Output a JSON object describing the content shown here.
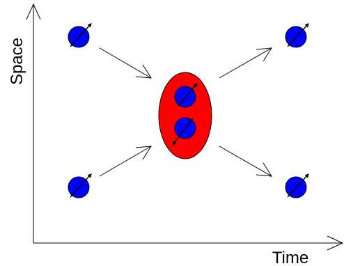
{
  "diagram": {
    "x_axis_label": "Time",
    "y_axis_label": "Space",
    "colors": {
      "particle_fill": "#0000ff",
      "bound_region_fill": "#ff0000",
      "stroke": "#000000"
    },
    "particles": [
      {
        "name": "particle-top-left",
        "spin": "up"
      },
      {
        "name": "particle-bottom-left",
        "spin": "up"
      },
      {
        "name": "particle-center-upper",
        "spin": "up"
      },
      {
        "name": "particle-center-lower",
        "spin": "down"
      },
      {
        "name": "particle-top-right",
        "spin": "up"
      },
      {
        "name": "particle-bottom-right",
        "spin": "up"
      }
    ]
  }
}
